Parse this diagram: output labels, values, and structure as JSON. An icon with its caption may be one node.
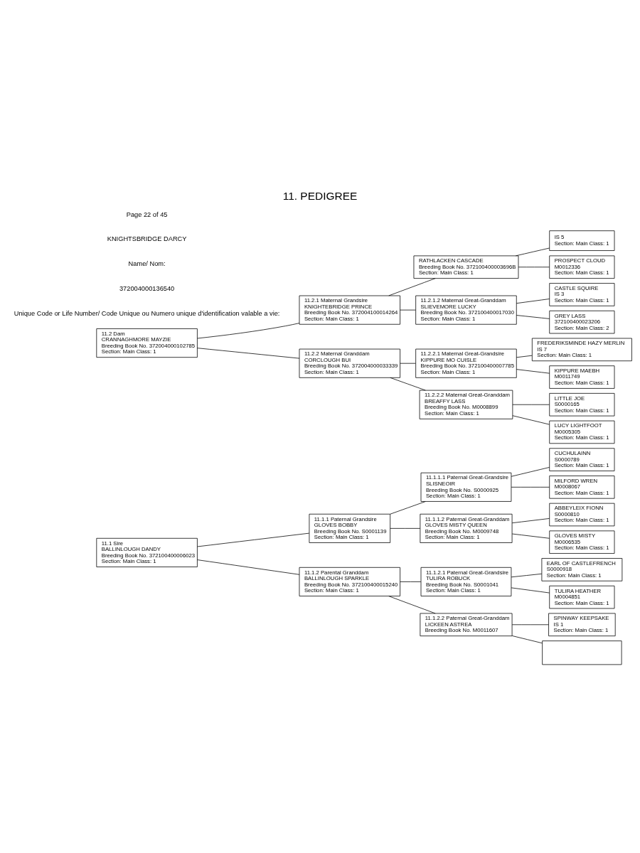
{
  "diagram": {
    "title": "11. PEDIGREE",
    "nodes": [
      {
        "text": [
          "11.1 Sire",
          "BALLINLOUGH DANDY",
          "Breeding Book No. 372100400006023",
          "Section: Main Class: 1"
        ]
      },
      {
        "text": [
          "11.1.1 Paternal Grandsire",
          "GLOVES BOBBY",
          "Breeding Book No. S0001139",
          "Section: Main Class: 1"
        ]
      },
      {
        "text": [
          "11.1.1.1 Paternal Great-Grandsire",
          "SLISNEOIR",
          "Breeding Book No. S0000925",
          "Section: Main Class: 1"
        ]
      },
      {
        "text": [
          "CUCHULAINN",
          "S0000789",
          "Section: Main Class: 1"
        ]
      },
      {
        "text": [
          "MILFORD WREN",
          "M0008067",
          "Section: Main Class: 1"
        ]
      },
      {
        "text": [
          "11.1.1.2 Paternal Great-Granddam",
          "GLOVES MISTY QUEEN",
          "Breeding Book No. M0009748",
          "Section: Main Class: 1"
        ]
      },
      {
        "text": [
          "ABBEYLEIX FIONN",
          "S0000810",
          "Section: Main Class: 1"
        ]
      },
      {
        "text": [
          "GLOVES MISTY",
          "M0006535",
          "Section: Main Class: 1"
        ]
      },
      {
        "text": [
          "11.1.2 Parental Granddam",
          "BALLINLOUGH SPARKLE",
          "Breeding Book No. 372100400015240",
          "Section: Main Class: 1"
        ]
      },
      {
        "text": [
          "11.1.2.1 Paternal Great-Grandsire",
          "TULIRA ROBUCK",
          "Breeding Book No. S0001041",
          "Section: Main Class: 1"
        ]
      },
      {
        "text": [
          "EARL OF CASTLEFRENCH",
          "S0000918",
          "Section: Main Class: 1"
        ]
      },
      {
        "text": [
          "TULIRA HEATHER",
          "M0004851",
          "Section: Main Class: 1"
        ]
      },
      {
        "text": [
          "11.1.2.2 Paternal Great-Granddam",
          "LICKEEN ASTREA",
          "Breeding Book No. M0011607"
        ]
      },
      {
        "text": [
          "SPINWAY KEEPSAKE",
          "IS 1",
          "Section: Main Class: 1"
        ]
      },
      {
        "text": [],
        "shape": "box"
      },
      {
        "text": [
          "11.2 Dam",
          "CRANNAGHMORE MAYZIE",
          "Breeding Book No. 372004000102785",
          "Section: Main Class: 1"
        ]
      },
      {
        "text": [
          "11.2.1 Maternal Grandsire",
          "KNIGHTEBRIDGE PRINCE",
          "Breeding Book No. 372004100014264",
          "Section: Main Class: 1"
        ]
      },
      {
        "text": [
          "RATHLACKEN CASCADE",
          "Breeding Book No. 372100400003696B",
          "Section: Main Class: 1"
        ]
      },
      {
        "text": [
          "IS 5",
          "Section: Main Class: 1"
        ]
      },
      {
        "text": [
          "PROSPECT CLOUD",
          "M0012336",
          "Section: Main Class: 1"
        ]
      },
      {
        "text": [
          "11.2.1.2 Maternal Great-Granddam",
          "SLIEVEMORE LUCKY",
          "Breeding Book No. 372100400017030",
          "Section: Main Class: 1"
        ]
      },
      {
        "text": [
          "CASTLE SQUIRE",
          "IS 3",
          "Section: Main Class: 1"
        ]
      },
      {
        "text": [
          "GREY LASS",
          "372100400023206",
          "Section: Main Class: 2"
        ]
      },
      {
        "text": [
          "11.2.2 Maternal Granddam",
          "CORCLOUGH BUI",
          "Breeding Book No. 372004000033339",
          "Section: Main Class: 1"
        ]
      },
      {
        "text": [
          "11.2.2.1 Maternal Great-Grandsire",
          "KIPPURE MO CUISLE",
          "Breeding Book No. 372100400007785",
          "Section: Main Class: 1"
        ]
      },
      {
        "text": [
          "FREDERIKSMINDE HAZY MERLIN",
          "IS 7",
          "Section: Main Class: 1"
        ]
      },
      {
        "text": [
          "KIPPURE MAEBH",
          "M0011749",
          "Section: Main Class: 1"
        ]
      },
      {
        "text": [
          "11.2.2.2 Maternal Great-Granddam",
          "BREAFFY LASS",
          "Breeding Book No. M0008899",
          "Section: Main Class: 1"
        ]
      },
      {
        "text": [
          "LITTLE JOE",
          "S0000165",
          "Section: Main Class: 1"
        ]
      },
      {
        "text": [
          "LUCY LIGHTFOOT",
          "M0005305",
          "Section: Main Class: 1"
        ]
      }
    ],
    "edges": [
      {
        "from": 0,
        "to": 1,
        "arrow": "none"
      },
      {
        "from": 0,
        "to": 8,
        "arrow": "none"
      },
      {
        "from": 1,
        "to": 2,
        "arrow": "none"
      },
      {
        "from": 1,
        "to": 5,
        "arrow": "none"
      },
      {
        "from": 2,
        "to": 3,
        "arrow": "none"
      },
      {
        "from": 2,
        "to": 4,
        "arrow": "none"
      },
      {
        "from": 5,
        "to": 6,
        "arrow": "none"
      },
      {
        "from": 5,
        "to": 7,
        "arrow": "none"
      },
      {
        "from": 8,
        "to": 9,
        "arrow": "none"
      },
      {
        "from": 8,
        "to": 12,
        "arrow": "none"
      },
      {
        "from": 9,
        "to": 10,
        "arrow": "none"
      },
      {
        "from": 9,
        "to": 11,
        "arrow": "none"
      },
      {
        "from": 12,
        "to": 13,
        "arrow": "none"
      },
      {
        "from": 12,
        "to": 14,
        "arrow": "none"
      },
      {
        "from": 15,
        "to": 16,
        "arrow": "none"
      },
      {
        "from": 15,
        "to": 23,
        "arrow": "none"
      },
      {
        "from": 16,
        "to": 17,
        "arrow": "none"
      },
      {
        "from": 16,
        "to": 20,
        "arrow": "none"
      },
      {
        "from": 17,
        "to": 18,
        "arrow": "none"
      },
      {
        "from": 17,
        "to": 19,
        "arrow": "none"
      },
      {
        "from": 20,
        "to": 21,
        "arrow": "none"
      },
      {
        "from": 20,
        "to": 22,
        "arrow": "none"
      },
      {
        "from": 23,
        "to": 24,
        "arrow": "none"
      },
      {
        "from": 23,
        "to": 27,
        "arrow": "none"
      },
      {
        "from": 24,
        "to": 25,
        "arrow": "none"
      },
      {
        "from": 24,
        "to": 26,
        "arrow": "none"
      },
      {
        "from": 27,
        "to": 28,
        "arrow": "none"
      },
      {
        "from": 27,
        "to": 29,
        "arrow": "none"
      }
    ],
    "labels": [
      "Unique Code or Life Number/ Code Unique ou Numero unique d'identification valable a vie:",
      "372004000136540",
      "Name/ Nom:",
      "KNIGHTSBRIDGE DARCY",
      "Page 22 of 45"
    ]
  }
}
